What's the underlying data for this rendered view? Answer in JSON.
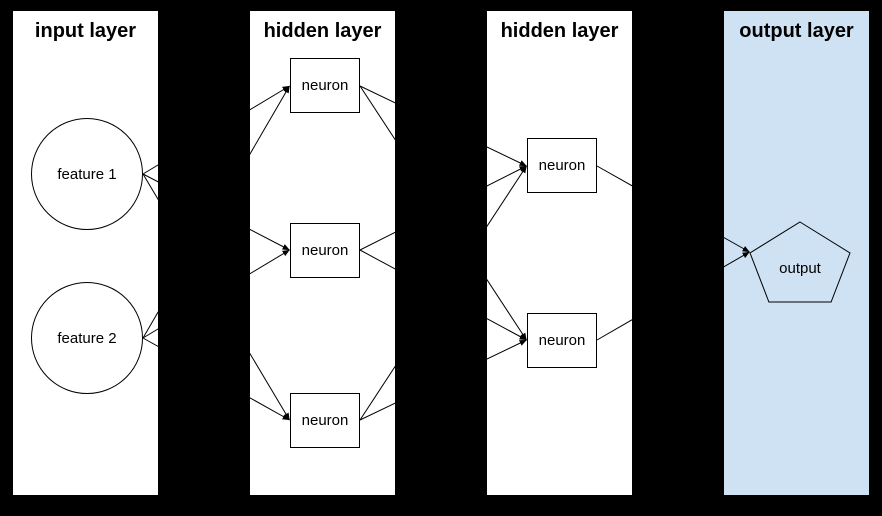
{
  "colors": {
    "background": "#000000",
    "panel_bg": "#ffffff",
    "output_panel_bg": "#cfe2f3",
    "line": "#000000",
    "text": "#000000"
  },
  "layers": [
    {
      "title": "input layer",
      "nodes": [
        {
          "shape": "circle",
          "label": "feature 1"
        },
        {
          "shape": "circle",
          "label": "feature 2"
        }
      ]
    },
    {
      "title": "hidden layer",
      "nodes": [
        {
          "shape": "rect",
          "label": "neuron"
        },
        {
          "shape": "rect",
          "label": "neuron"
        },
        {
          "shape": "rect",
          "label": "neuron"
        }
      ]
    },
    {
      "title": "hidden layer",
      "nodes": [
        {
          "shape": "rect",
          "label": "neuron"
        },
        {
          "shape": "rect",
          "label": "neuron"
        }
      ]
    },
    {
      "title": "output layer",
      "nodes": [
        {
          "shape": "pentagon",
          "label": "output"
        }
      ]
    }
  ],
  "edges": [
    {
      "from": "input/feature-1",
      "to": "hidden-1/neuron-1"
    },
    {
      "from": "input/feature-1",
      "to": "hidden-1/neuron-2"
    },
    {
      "from": "input/feature-1",
      "to": "hidden-1/neuron-3"
    },
    {
      "from": "input/feature-2",
      "to": "hidden-1/neuron-1"
    },
    {
      "from": "input/feature-2",
      "to": "hidden-1/neuron-2"
    },
    {
      "from": "input/feature-2",
      "to": "hidden-1/neuron-3"
    },
    {
      "from": "hidden-1/neuron-1",
      "to": "hidden-2/neuron-1"
    },
    {
      "from": "hidden-1/neuron-1",
      "to": "hidden-2/neuron-2"
    },
    {
      "from": "hidden-1/neuron-2",
      "to": "hidden-2/neuron-1"
    },
    {
      "from": "hidden-1/neuron-2",
      "to": "hidden-2/neuron-2"
    },
    {
      "from": "hidden-1/neuron-3",
      "to": "hidden-2/neuron-1"
    },
    {
      "from": "hidden-1/neuron-3",
      "to": "hidden-2/neuron-2"
    },
    {
      "from": "hidden-2/neuron-1",
      "to": "output/output"
    },
    {
      "from": "hidden-2/neuron-2",
      "to": "output/output"
    }
  ]
}
